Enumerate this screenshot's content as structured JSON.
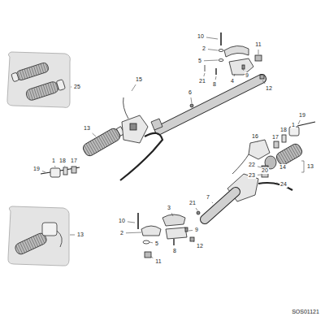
{
  "diagram": {
    "labels": [
      "25",
      "10",
      "2",
      "5",
      "11",
      "9",
      "4",
      "12",
      "8",
      "21",
      "6",
      "15",
      "13",
      "19",
      "1",
      "18",
      "17",
      "19",
      "1",
      "18",
      "17",
      "16",
      "20",
      "14",
      "13",
      "22",
      "23",
      "24",
      "21",
      "7",
      "3",
      "10",
      "2",
      "9",
      "5",
      "12",
      "8",
      "11",
      "13",
      "SOS01121"
    ]
  }
}
